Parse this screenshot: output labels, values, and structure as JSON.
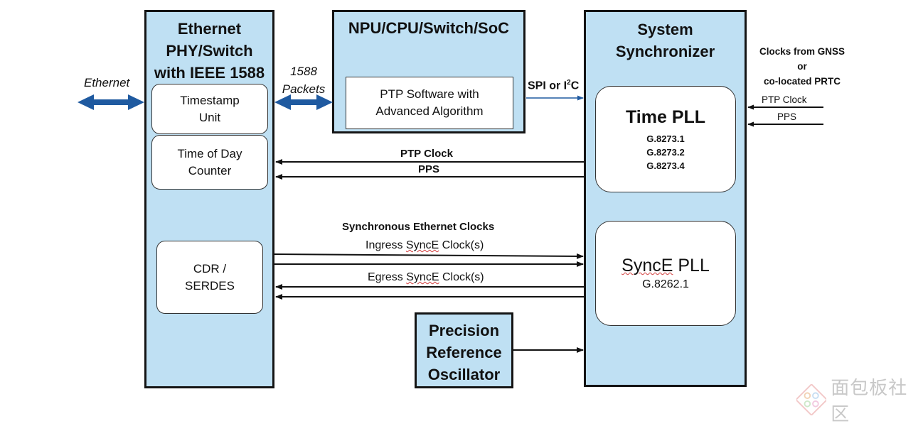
{
  "ethernet_block": {
    "title_lines": [
      "Ethernet",
      "PHY/Switch",
      "with IEEE 1588"
    ],
    "timestamp_unit": [
      "Timestamp",
      "Unit"
    ],
    "tod_counter": [
      "Time of Day",
      "Counter"
    ],
    "cdr_serdes": [
      "CDR /",
      "SERDES"
    ]
  },
  "npu_block": {
    "title": "NPU/CPU/Switch/SoC",
    "ptp_software": [
      "PTP Software with",
      "Advanced Algorithm"
    ]
  },
  "sync_block": {
    "title_lines": [
      "System",
      "Synchronizer"
    ],
    "time_pll": {
      "title": "Time PLL",
      "standards": [
        "G.8273.1",
        "G.8273.2",
        "G.8273.4"
      ]
    },
    "synce_pll": {
      "title_prefix": "SyncE",
      "title_suffix": "PLL",
      "standard": "G.8262.1"
    }
  },
  "oscillator": {
    "title_lines": [
      "Precision",
      "Reference",
      "Oscillator"
    ]
  },
  "labels": {
    "ethernet": "Ethernet",
    "packets": [
      "1588",
      "Packets"
    ],
    "spi": "SPI or I",
    "spi_sup": "2",
    "spi_end": "C",
    "ptp_clock": "PTP Clock",
    "pps": "PPS",
    "synce_clocks": "Synchronous Ethernet Clocks",
    "ingress_prefix": "Ingress",
    "ingress_word": "SyncE",
    "ingress_suffix": "Clock(s)",
    "egress_prefix": "Egress",
    "egress_word": "SyncE",
    "egress_suffix": "Clock(s)",
    "gnss": [
      "Clocks from GNSS",
      "or",
      "co-located PRTC"
    ],
    "ext_ptp_clock": "PTP Clock",
    "ext_pps": "PPS"
  },
  "watermark": "面包板社区",
  "colors": {
    "block_fill": "#bfe0f3",
    "arrow_blue": "#1f5aa0",
    "border": "#141414"
  }
}
